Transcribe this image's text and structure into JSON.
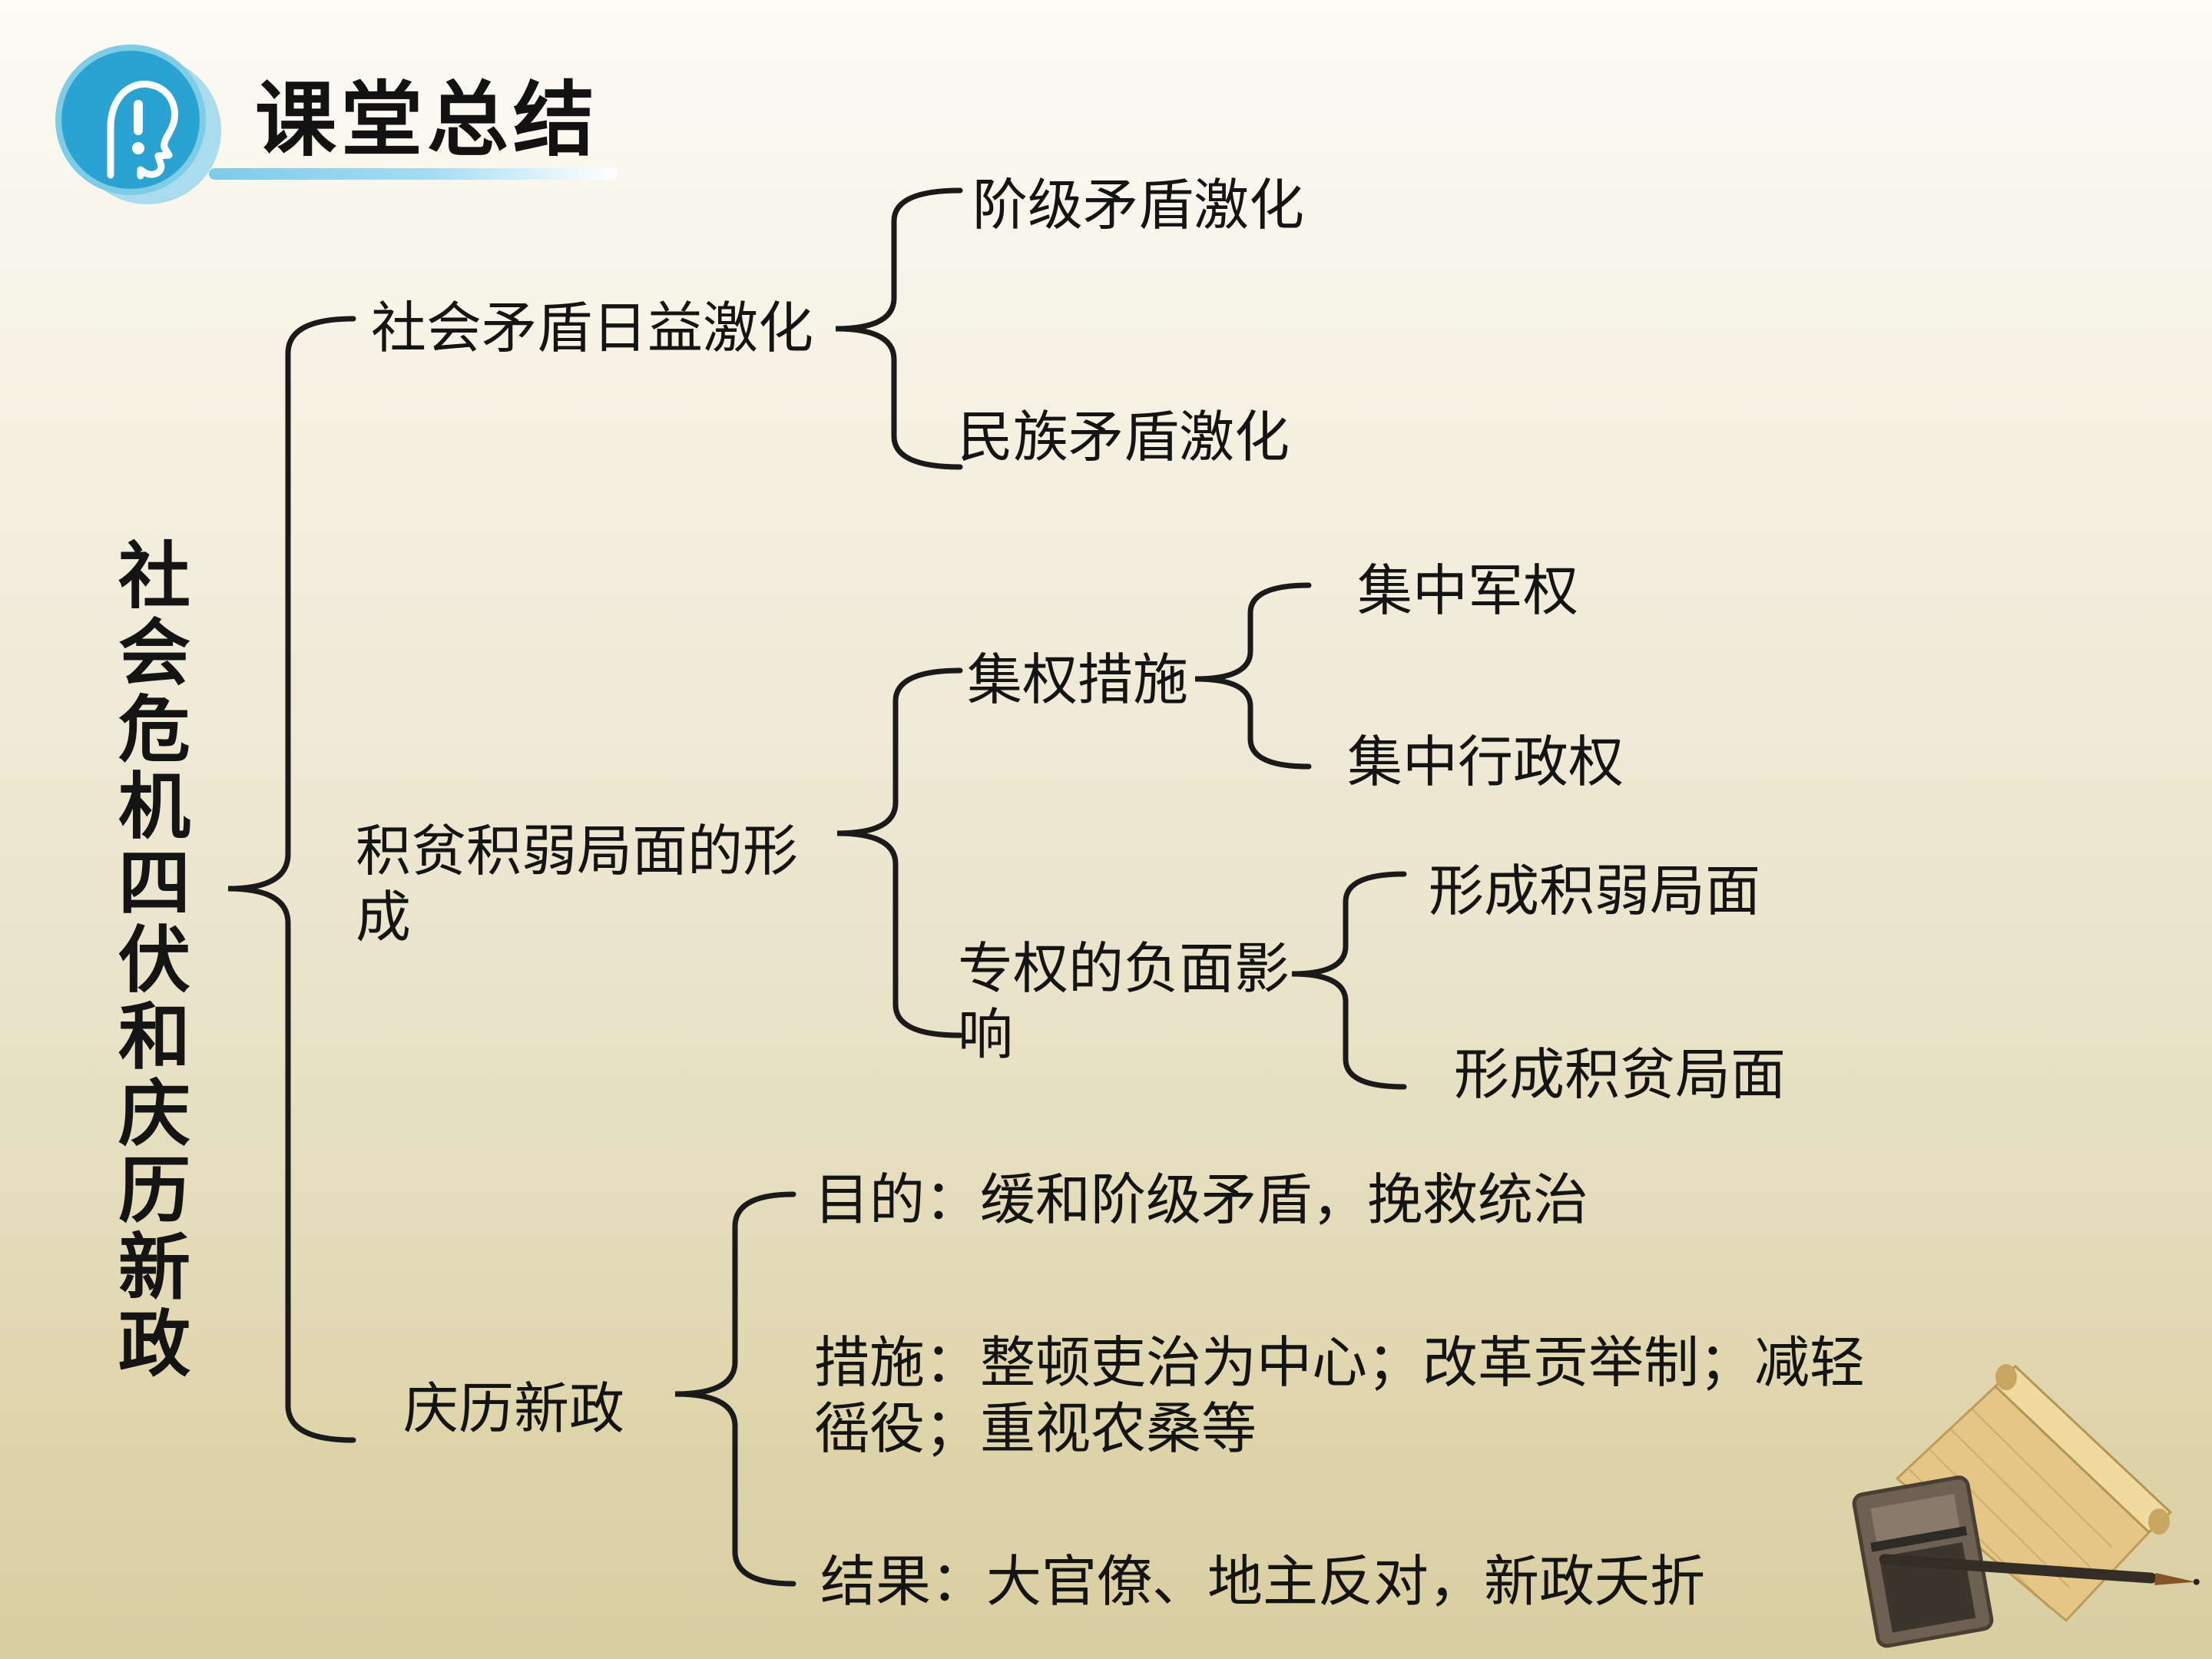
{
  "header": {
    "title": "课堂总结"
  },
  "icons": {
    "header_icon": "head-exclamation-icon",
    "corner_illustration": "scroll-inkstone-brush"
  },
  "colors": {
    "background_top": "#fcfbf5",
    "background_bottom": "#d9cea2",
    "accent_blue": "#2aa3d2",
    "accent_blue_light": "#aadcee",
    "underline_blue": "#7ecbe8",
    "text": "#141414",
    "line": "#1a1a1a",
    "scroll_tan": "#e6c687",
    "inkstone_brown": "#6e6052"
  },
  "diagram": {
    "root_label": "社会危机四伏和庆历新政",
    "branches": [
      {
        "label": "社会矛盾日益激化",
        "children": [
          {
            "label": "阶级矛盾激化"
          },
          {
            "label": "民族矛盾激化"
          }
        ]
      },
      {
        "label": "积贫积弱局面的形成",
        "children": [
          {
            "label": "集权措施",
            "children": [
              {
                "label": "集中军权"
              },
              {
                "label": "集中行政权"
              }
            ]
          },
          {
            "label": "专权的负面影响",
            "children": [
              {
                "label": "形成积弱局面"
              },
              {
                "label": "形成积贫局面"
              }
            ]
          }
        ]
      },
      {
        "label": "庆历新政",
        "children": [
          {
            "label": "目的：缓和阶级矛盾，挽救统治"
          },
          {
            "label": "措施：整顿吏治为中心；改革贡举制；减轻徭役；重视农桑等"
          },
          {
            "label": "结果：大官僚、地主反对，新政夭折"
          }
        ]
      }
    ]
  }
}
